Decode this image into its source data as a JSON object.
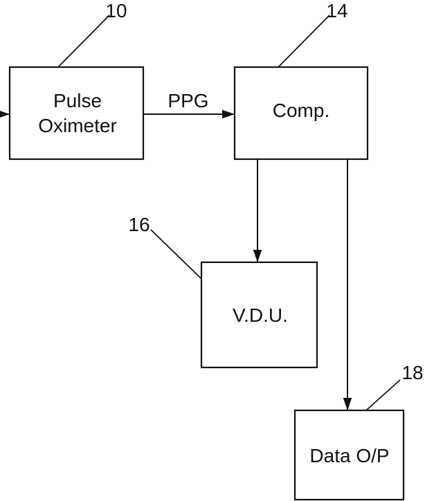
{
  "blocks": {
    "pulse_oximeter": {
      "line1": "Pulse",
      "line2": "Oximeter",
      "ref": "10"
    },
    "comp": {
      "label": "Comp.",
      "ref": "14"
    },
    "vdu": {
      "label": "V.D.U.",
      "ref": "16"
    },
    "data_op": {
      "label": "Data O/P",
      "ref": "18"
    }
  },
  "signals": {
    "ppg": "PPG"
  }
}
